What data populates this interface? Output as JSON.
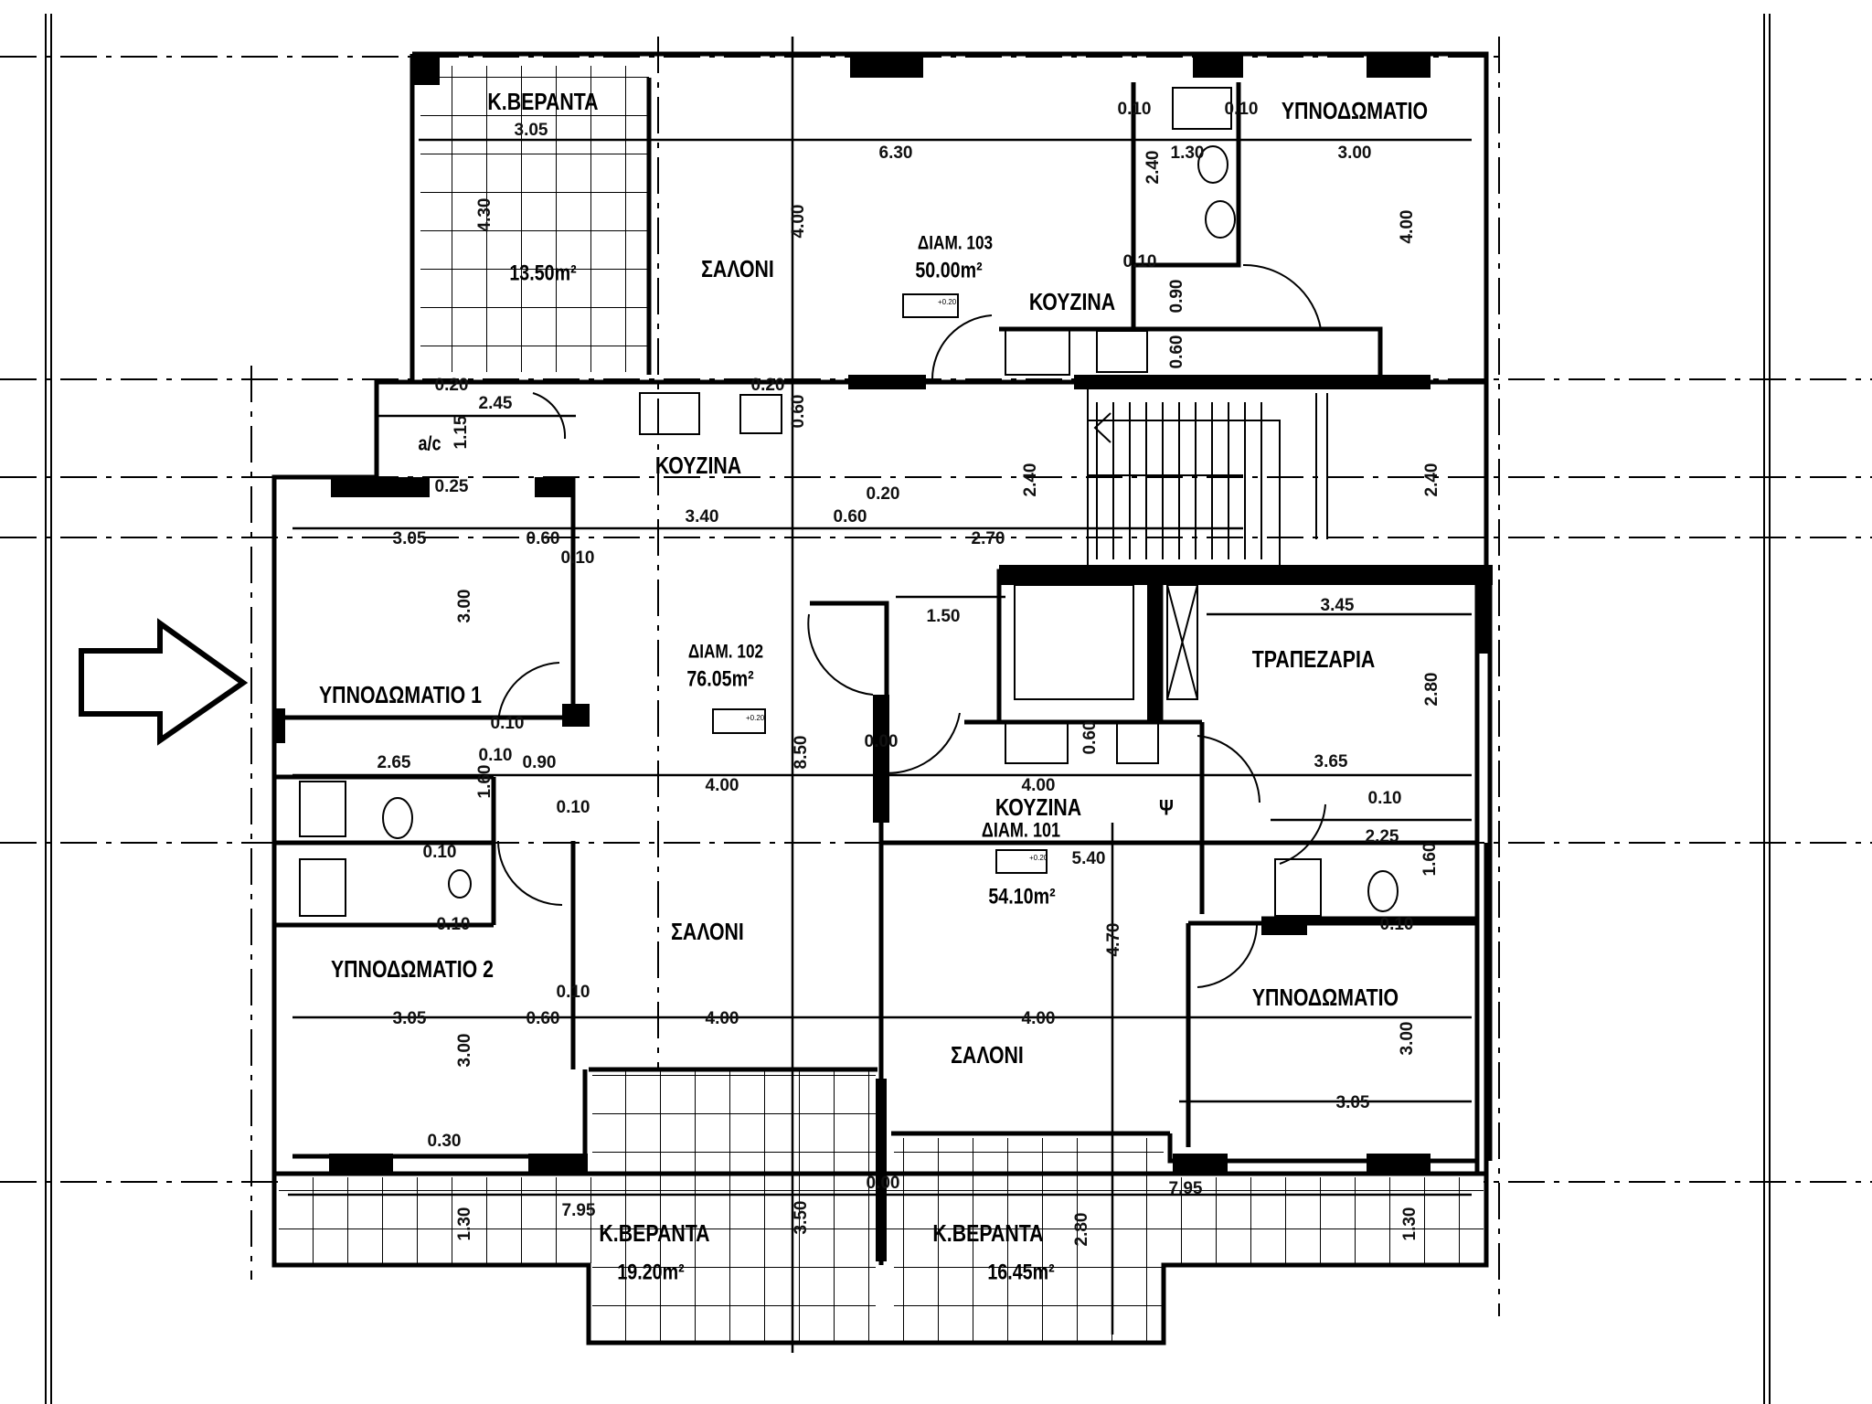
{
  "drawing": {
    "labels": [
      "Κ.ΒΕΡΑΝΤΑ",
      "13.50m²",
      "ΣΑΛΟΝΙ",
      "ΔΙΑΜ. 103",
      "50.00m²",
      "ΥΠΝΟΔΩΜΑΤΙΟ",
      "ΚΟΥΖΙΝΑ",
      "a/c",
      "ΚΟΥΖΙΝΑ",
      "ΔΙΑΜ. 102",
      "76.05m²",
      "ΤΡΑΠΕΖΑΡΙΑ",
      "ΥΠΝΟΔΩΜΑΤΙΟ 1",
      "ΚΟΥΖΙΝΑ",
      "ΔΙΑΜ. 101",
      "Ψ",
      "54.10m²",
      "ΣΑΛΟΝΙ",
      "ΥΠΝΟΔΩΜΑΤΙΟ 2",
      "ΥΠΝΟΔΩΜΑΤΙΟ",
      "ΣΑΛΟΝΙ",
      "Κ.ΒΕΡΑΝΤΑ",
      "Κ.ΒΕΡΑΝΤΑ",
      "19.20m²",
      "16.45m²"
    ],
    "dimensions": [
      "3.05",
      "4.30",
      "4.00",
      "6.30",
      "0.10",
      "0.10",
      "1.30",
      "3.00",
      "2.40",
      "4.00",
      "0.10",
      "0.90",
      "0.60",
      "0.20",
      "0.20",
      "2.45",
      "1.15",
      "0.60",
      "0.25",
      "0.20",
      "3.40",
      "0.60",
      "2.40",
      "2.40",
      "3.05",
      "0.60",
      "0.10",
      "2.70",
      "3.00",
      "1.50",
      "3.45",
      "2.80",
      "0.10",
      "0.00",
      "0.60",
      "8.50",
      "2.65",
      "0.10",
      "0.90",
      "3.65",
      "4.00",
      "4.00",
      "1.60",
      "0.10",
      "0.10",
      "2.25",
      "1.60",
      "0.10",
      "5.40",
      "4.70",
      "0.10",
      "0.10",
      "0.10",
      "3.05",
      "0.60",
      "4.00",
      "4.00",
      "3.00",
      "3.00",
      "3.05",
      "0.30",
      "0.00",
      "7.95",
      "7.95",
      "1.30",
      "1.30",
      "3.50",
      "2.80"
    ],
    "level_marker": "+0.20"
  }
}
